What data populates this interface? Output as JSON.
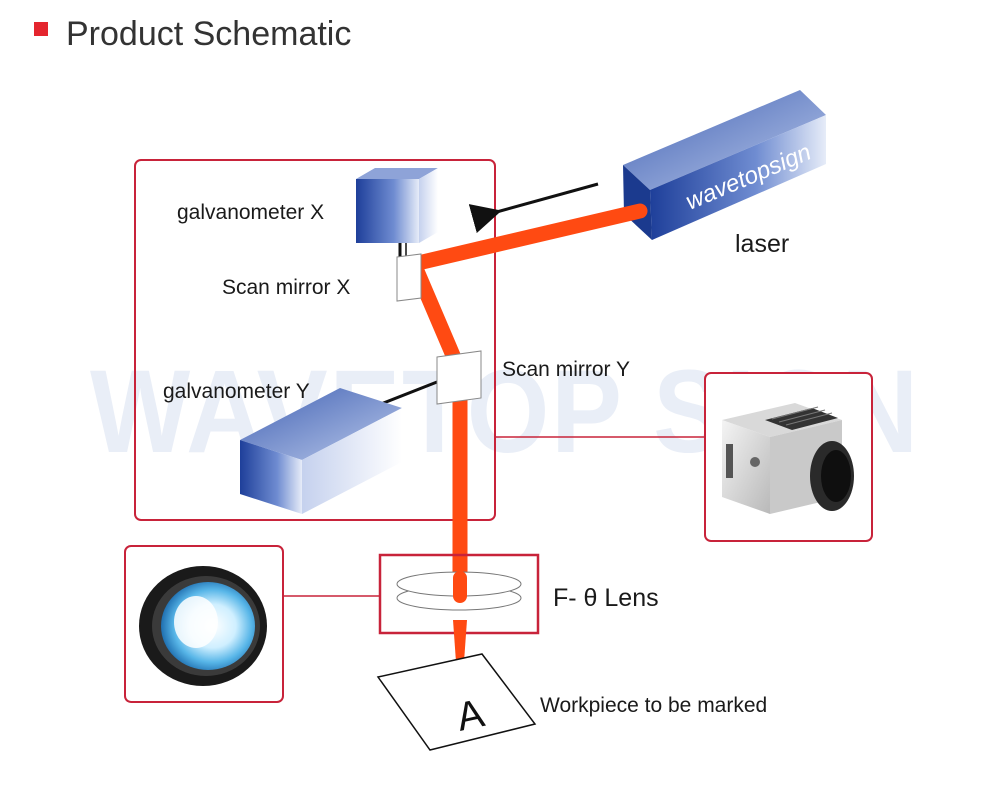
{
  "header": {
    "title": "Product Schematic",
    "accent_color": "#e4252e"
  },
  "watermark": {
    "text": "WAVETOP SIGN"
  },
  "laser": {
    "label": "laser",
    "brand": "wavetopsign"
  },
  "galvo_x": {
    "label": "galvanometer X"
  },
  "mirror_x": {
    "label": "Scan mirror X"
  },
  "galvo_y": {
    "label": "galvanometer Y"
  },
  "mirror_y": {
    "label": "Scan mirror Y"
  },
  "lens": {
    "label": "F- θ Lens"
  },
  "workpiece": {
    "label": "Workpiece to be marked",
    "letter": "A"
  },
  "colors": {
    "beam": "#ff4a12",
    "frame": "#c8233a",
    "box_blue": "#2b4fa6"
  },
  "icons": [
    "square-bullet-icon",
    "arrow-icon",
    "galvo-scanner-photo",
    "lens-photo"
  ]
}
